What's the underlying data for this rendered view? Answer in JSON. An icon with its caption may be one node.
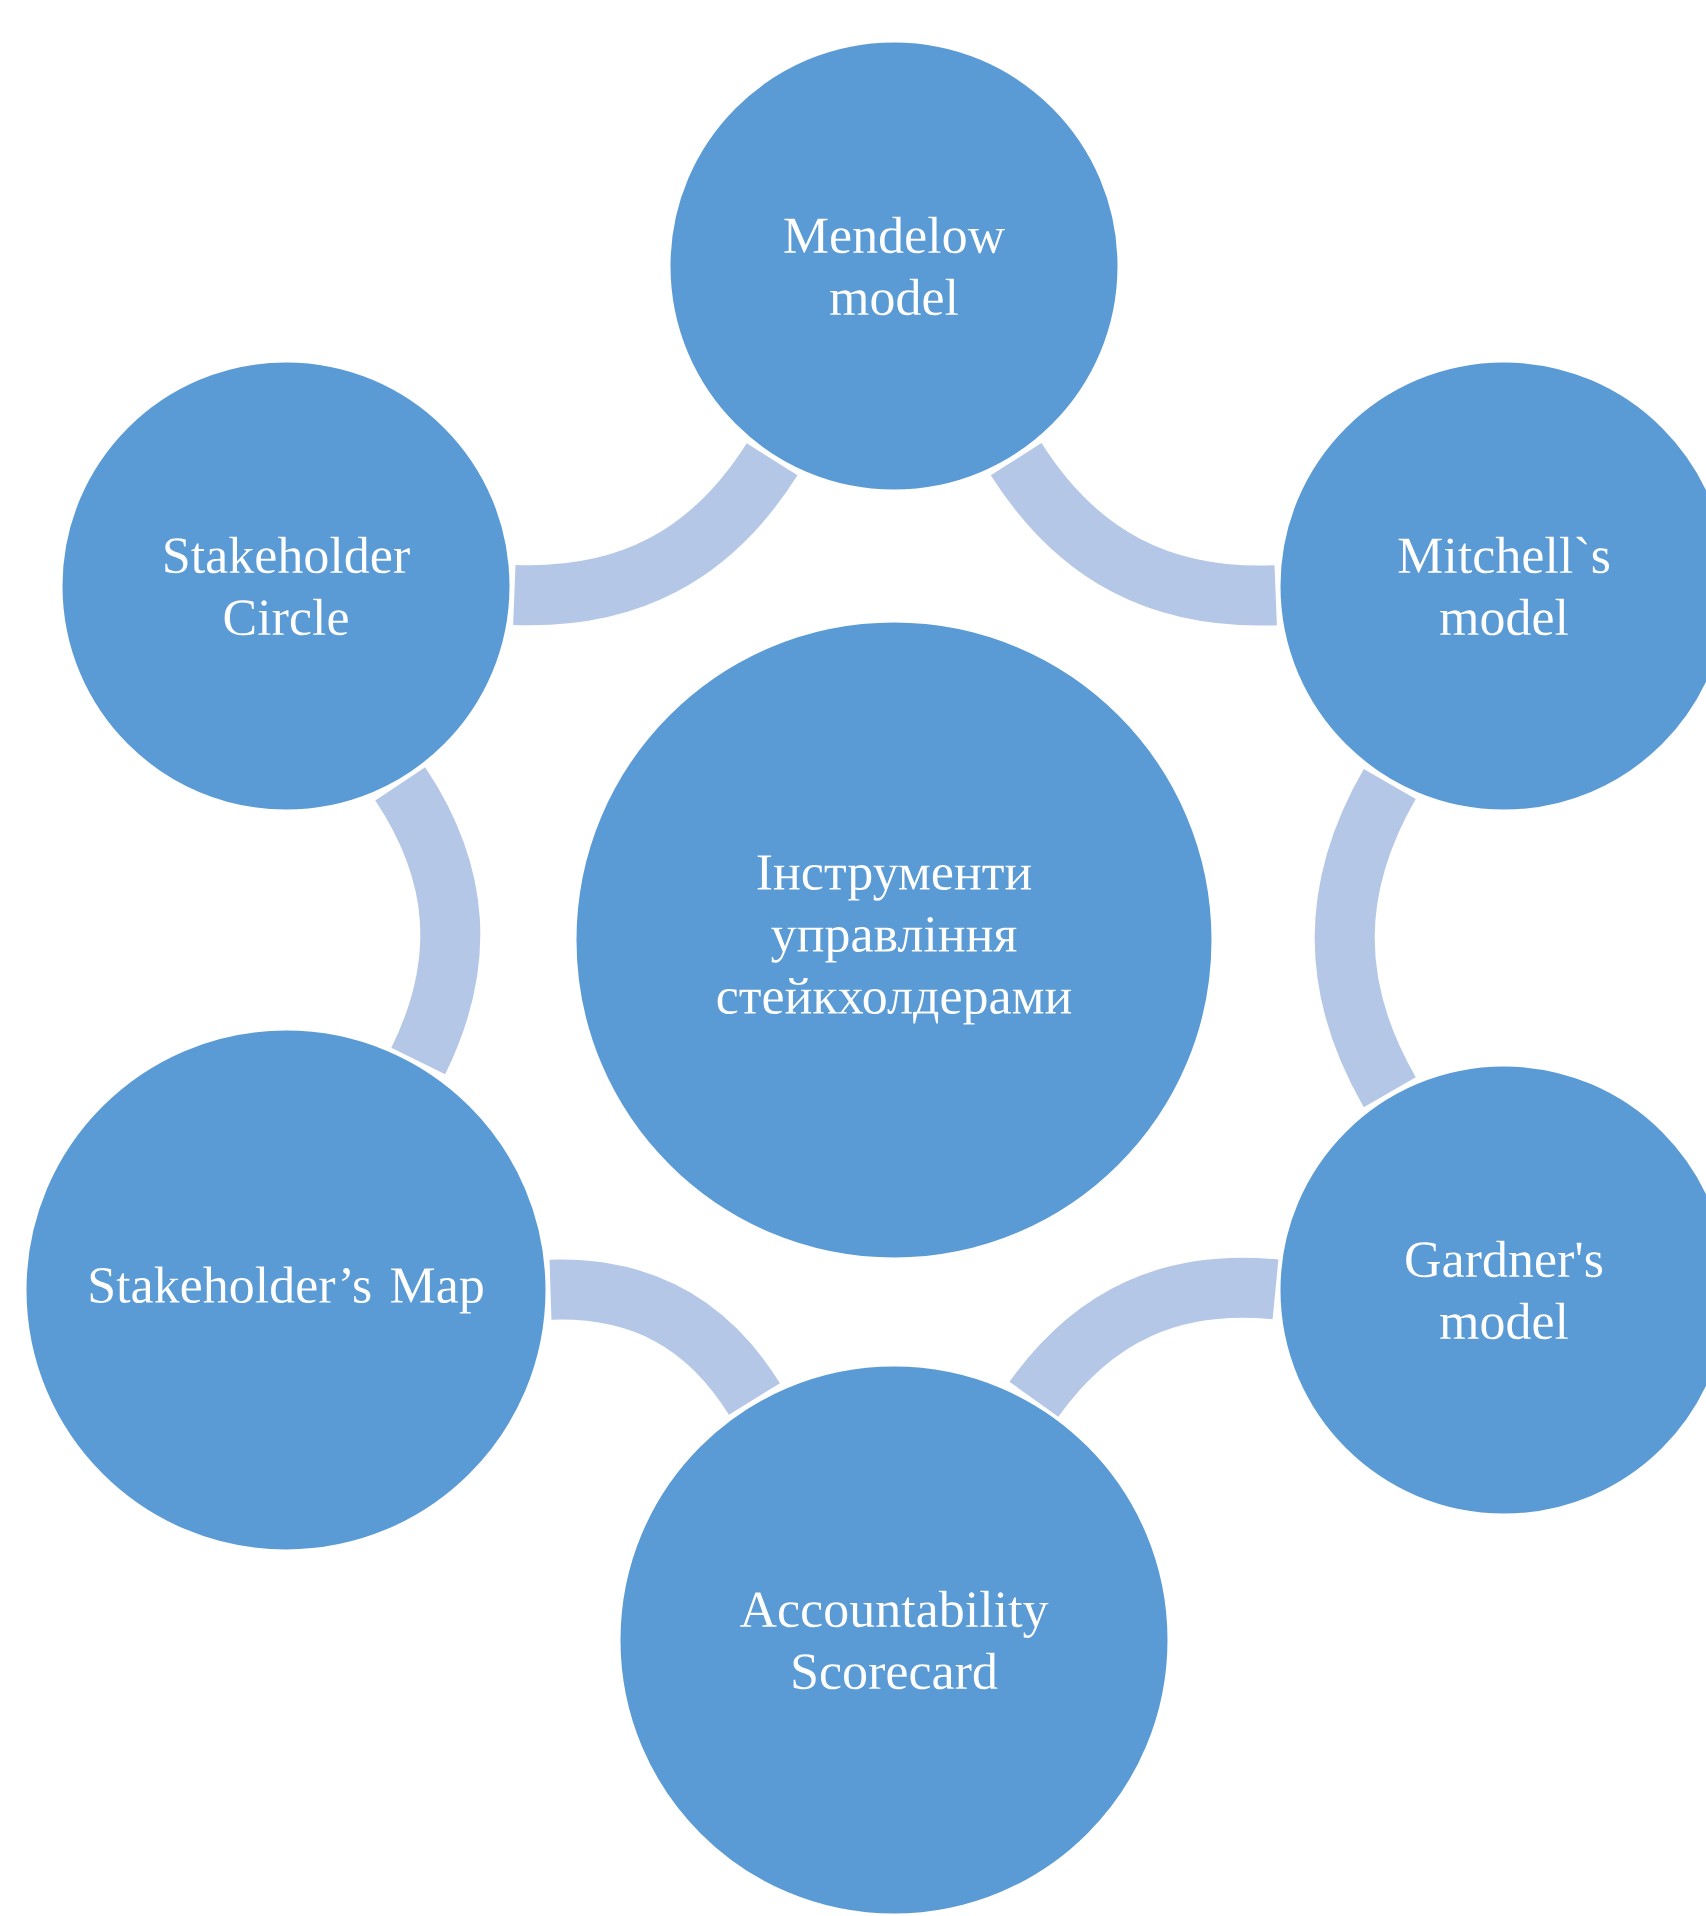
{
  "diagram": {
    "nodes": [
      {
        "text": [
          "Інструменти управління стейкхолдерами"
        ]
      },
      {
        "text": [
          "Mendelow model"
        ]
      },
      {
        "text": [
          "Mitchell`s model"
        ]
      },
      {
        "text": [
          "Gardner's model"
        ]
      },
      {
        "text": [
          "Accountability Scorecard"
        ]
      },
      {
        "text": [
          "Stakeholder’s Map"
        ]
      },
      {
        "text": [
          "Stakeholder Circle"
        ]
      }
    ],
    "edges": [
      {
        "from": 1,
        "to": 2,
        "arrow": "none"
      },
      {
        "from": 2,
        "to": 3,
        "arrow": "none"
      },
      {
        "from": 3,
        "to": 4,
        "arrow": "none"
      },
      {
        "from": 4,
        "to": 5,
        "arrow": "none"
      },
      {
        "from": 5,
        "to": 6,
        "arrow": "none"
      },
      {
        "from": 6,
        "to": 1,
        "arrow": "none"
      }
    ]
  }
}
